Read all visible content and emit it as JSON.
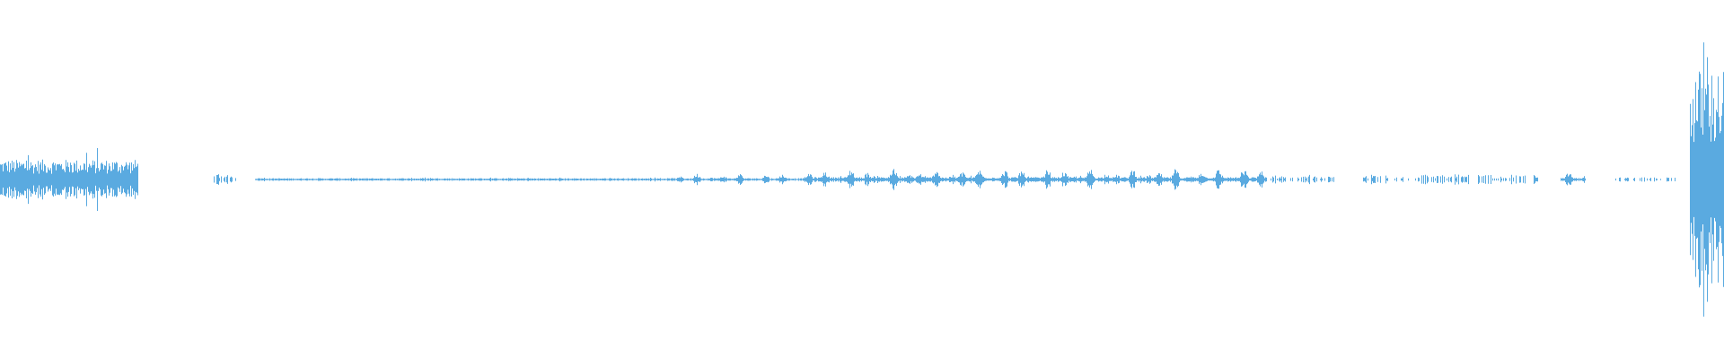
{
  "waveform": {
    "color": "#5aaae0",
    "background": "#ffffff",
    "segments": [
      {
        "from": 0.0,
        "to": 0.08,
        "amp": 0.09,
        "style": "dense"
      },
      {
        "from": 0.122,
        "to": 0.138,
        "amp": 0.02,
        "style": "sparse"
      },
      {
        "from": 0.148,
        "to": 0.39,
        "amp": 0.006,
        "style": "dense"
      },
      {
        "from": 0.39,
        "to": 0.47,
        "amp": 0.025,
        "style": "bursts"
      },
      {
        "from": 0.47,
        "to": 0.735,
        "amp": 0.045,
        "style": "bursts"
      },
      {
        "from": 0.735,
        "to": 0.775,
        "amp": 0.012,
        "style": "sparse"
      },
      {
        "from": 0.79,
        "to": 0.895,
        "amp": 0.018,
        "style": "sparse"
      },
      {
        "from": 0.905,
        "to": 0.92,
        "amp": 0.03,
        "style": "bursts"
      },
      {
        "from": 0.935,
        "to": 0.972,
        "amp": 0.008,
        "style": "sparse"
      },
      {
        "from": 0.98,
        "to": 1.0,
        "amp": 0.5,
        "style": "dense"
      }
    ]
  }
}
